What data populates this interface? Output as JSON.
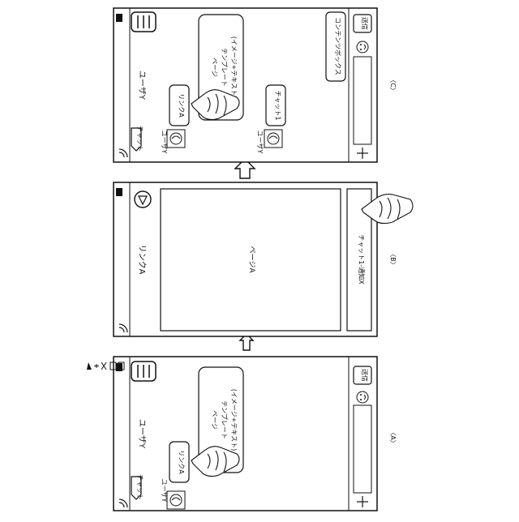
{
  "panels": {
    "a": {
      "caption": "〈A〉",
      "header_title": "ユーザY",
      "chat_label": "チャット",
      "sender_name": "ユーザY",
      "link_text": "リンクA",
      "template_line1": "ページ",
      "template_line2": "テンプレート",
      "template_line3": "(イメージ+テキスト)",
      "send_label": "送信"
    },
    "b": {
      "caption": "〈B〉",
      "header_title": "リンクA",
      "page_label": "ページA",
      "notification_text": "チャット1-通知X"
    },
    "c": {
      "caption": "〈C〉",
      "header_title": "ユーザY",
      "chat_label": "チャット",
      "sender_name_1": "ユーザY",
      "link_text": "リンクA",
      "template_line1": "ページ",
      "template_line2": "テンプレート",
      "template_line3": "(イメージ+テキスト)",
      "sender_name_2": "ユーザY",
      "chat_bubble_2": "チャット1",
      "contents_box_label": "コンテンツボックス",
      "send_label": "送信"
    }
  },
  "icons": [
    "wifi-icon",
    "signal-icon",
    "battery-icon",
    "menu-icon",
    "avatar",
    "pointing-hand-icon",
    "back-arrow-icon",
    "plus-icon",
    "smiley-icon",
    "transition-arrow-icon"
  ]
}
